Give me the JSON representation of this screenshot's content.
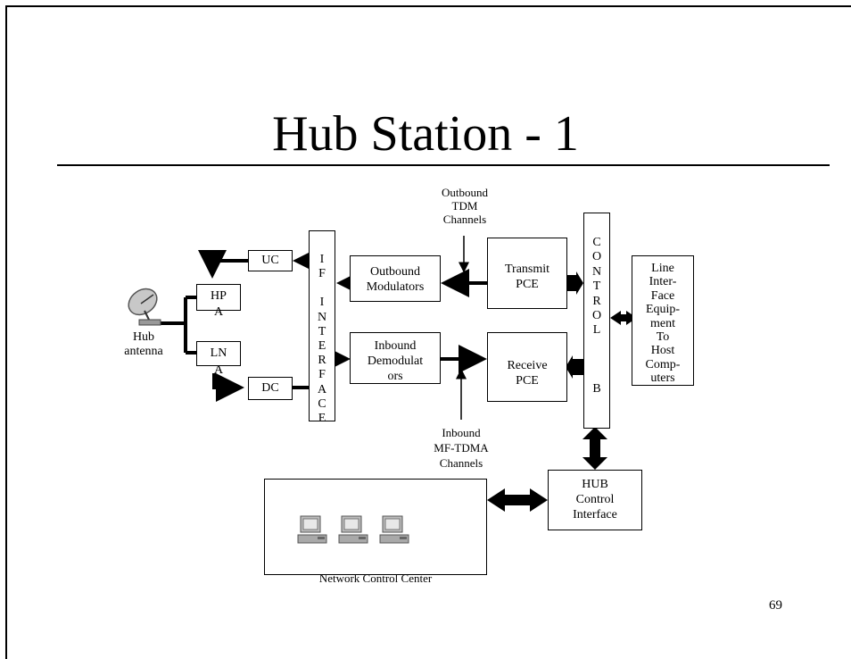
{
  "slide": {
    "title": "Hub Station - 1",
    "page_number": "69"
  },
  "labels": {
    "outbound_tdm": [
      "Outbound",
      "TDM",
      "Channels"
    ],
    "inbound_mftdma": [
      "Inbound",
      "MF-TDMA",
      "Channels"
    ],
    "hub_antenna": [
      "Hub",
      "antenna"
    ],
    "uc": "UC",
    "hpa": [
      "HP",
      "A"
    ],
    "lna": [
      "LN",
      "A"
    ],
    "dc": "DC",
    "if_interface": [
      "I",
      "F",
      "",
      "I",
      "N",
      "T",
      "E",
      "R",
      "F",
      "A",
      "C",
      "E"
    ],
    "outbound_modulators": [
      "Outbound",
      "Modulators"
    ],
    "inbound_demodulators": [
      "Inbound",
      "Demodulat",
      "ors"
    ],
    "transmit_pce": [
      "Transmit",
      "PCE"
    ],
    "receive_pce": [
      "Receive",
      "PCE"
    ],
    "control_bus": [
      "C",
      "O",
      "N",
      "T",
      "R",
      "O",
      "L",
      "",
      "",
      "",
      "B"
    ],
    "line_interface": [
      "Line",
      "Inter-",
      "Face",
      "Equip-",
      "ment",
      "To",
      "Host",
      "Comp-",
      "uters"
    ],
    "hub_control_interface": [
      "HUB",
      "Control",
      "Interface"
    ],
    "network_control_center": "Network Control Center"
  }
}
